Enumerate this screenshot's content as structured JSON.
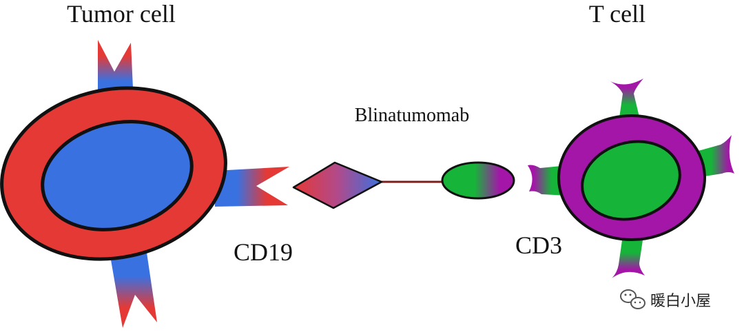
{
  "labels": {
    "tumor_cell": "Tumor cell",
    "t_cell": "T cell",
    "antibody": "Blinatumomab",
    "cd19": "CD19",
    "cd3": "CD3"
  },
  "watermark": {
    "text": "暖白小屋",
    "icon": "wechat-icon"
  },
  "colors": {
    "tumor_membrane": "#e53935",
    "tumor_nucleus": "#3a71e0",
    "tcell_membrane": "#a316a8",
    "tcell_nucleus": "#17b43a",
    "cd19_receptor_from": "#3a71e0",
    "cd19_receptor_to": "#e53935",
    "cd3_receptor_from": "#17b43a",
    "cd3_receptor_to": "#a316a8",
    "outline": "#111111",
    "linker": "#7a1f1f"
  }
}
